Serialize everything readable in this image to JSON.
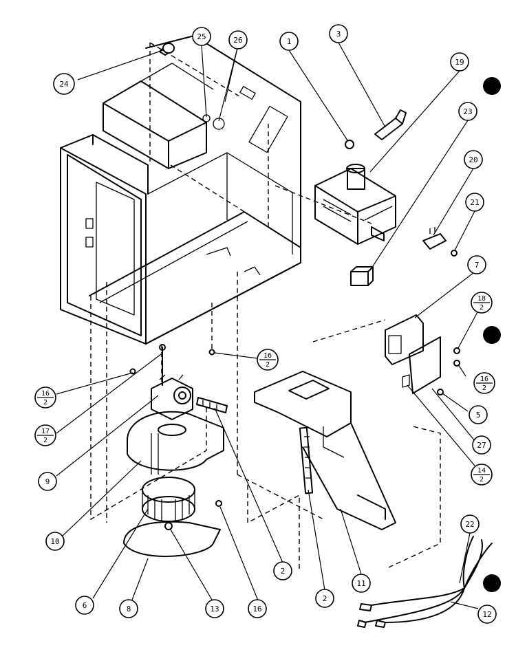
{
  "diagram": {
    "callouts": [
      {
        "id": "c1",
        "label": "1"
      },
      {
        "id": "c3",
        "label": "3"
      },
      {
        "id": "c19",
        "label": "19"
      },
      {
        "id": "c23",
        "label": "23"
      },
      {
        "id": "c20",
        "label": "20"
      },
      {
        "id": "c21",
        "label": "21"
      },
      {
        "id": "c7",
        "label": "7"
      },
      {
        "id": "c5",
        "label": "5"
      },
      {
        "id": "c27",
        "label": "27"
      },
      {
        "id": "c24",
        "label": "24"
      },
      {
        "id": "c25",
        "label": "25"
      },
      {
        "id": "c26",
        "label": "26"
      },
      {
        "id": "c9",
        "label": "9"
      },
      {
        "id": "c10",
        "label": "10"
      },
      {
        "id": "c6",
        "label": "6"
      },
      {
        "id": "c8",
        "label": "8"
      },
      {
        "id": "c13",
        "label": "13"
      },
      {
        "id": "c16",
        "label": "16"
      },
      {
        "id": "c2a",
        "label": "2"
      },
      {
        "id": "c2b",
        "label": "2"
      },
      {
        "id": "c11",
        "label": "11"
      },
      {
        "id": "c22",
        "label": "22"
      },
      {
        "id": "c12",
        "label": "12"
      }
    ],
    "fraction_callouts": [
      {
        "id": "f16a",
        "top": "16",
        "bottom": "2"
      },
      {
        "id": "f17",
        "top": "17",
        "bottom": "2"
      },
      {
        "id": "f16b",
        "top": "16",
        "bottom": "2"
      },
      {
        "id": "f18",
        "top": "18",
        "bottom": "2"
      },
      {
        "id": "f16c",
        "top": "16",
        "bottom": "2"
      },
      {
        "id": "f14",
        "top": "14",
        "bottom": "2"
      }
    ]
  }
}
